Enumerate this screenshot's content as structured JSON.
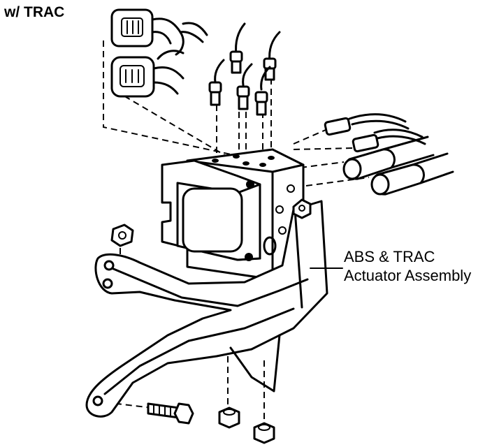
{
  "header": {
    "variant_label": "w/ TRAC"
  },
  "callout": {
    "line1": "ABS & TRAC",
    "line2": "Actuator Assembly"
  }
}
